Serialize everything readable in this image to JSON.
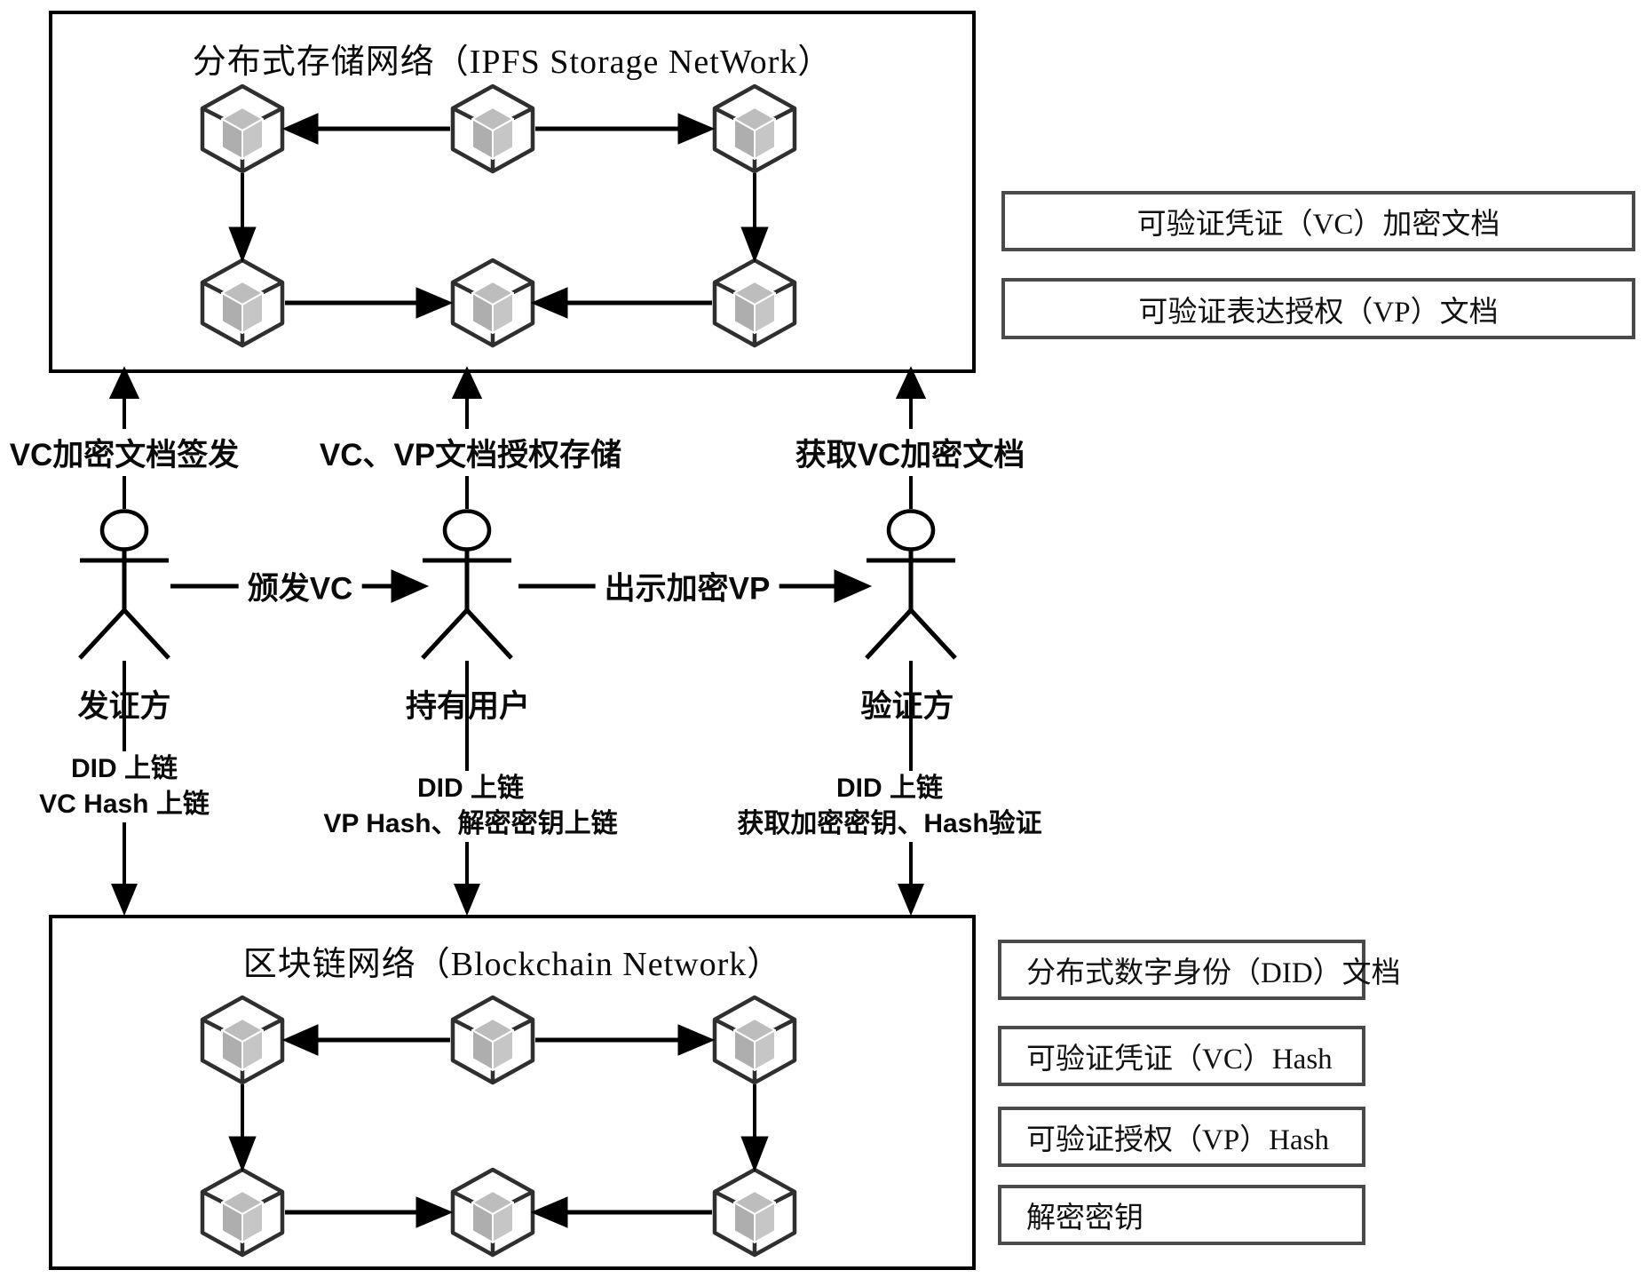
{
  "storage_network": {
    "title": "分布式存储网络（IPFS Storage NetWork）"
  },
  "blockchain_network": {
    "title": "区块链网络（Blockchain Network）"
  },
  "storage_legend": [
    {
      "label": "可验证凭证（VC）加密文档"
    },
    {
      "label": "可验证表达授权（VP）文档"
    }
  ],
  "blockchain_legend": [
    {
      "label": "分布式数字身份（DID）文档"
    },
    {
      "label": "可验证凭证（VC）Hash"
    },
    {
      "label": "可验证授权（VP）Hash"
    },
    {
      "label": "解密密钥"
    }
  ],
  "actors": [
    {
      "name": "发证方",
      "storage_action": "VC加密文档签发",
      "chain_line1": "DID 上链",
      "chain_line2": "VC Hash 上链"
    },
    {
      "name": "持有用户",
      "storage_action": "VC、VP文档授权存储",
      "chain_line1": "DID 上链",
      "chain_line2": "VP Hash、解密密钥上链"
    },
    {
      "name": "验证方",
      "storage_action": "获取VC加密文档",
      "chain_line1": "DID 上链",
      "chain_line2": "获取加密密钥、Hash验证"
    }
  ],
  "flows": [
    {
      "label": "颁发VC"
    },
    {
      "label": "出示加密VP"
    }
  ],
  "colors": {
    "line": "#000000",
    "cube_outline": "#2f2f2f",
    "cube_fill": "#b5b5b5",
    "legend_border": "#4a4a4a",
    "background": "#ffffff"
  }
}
